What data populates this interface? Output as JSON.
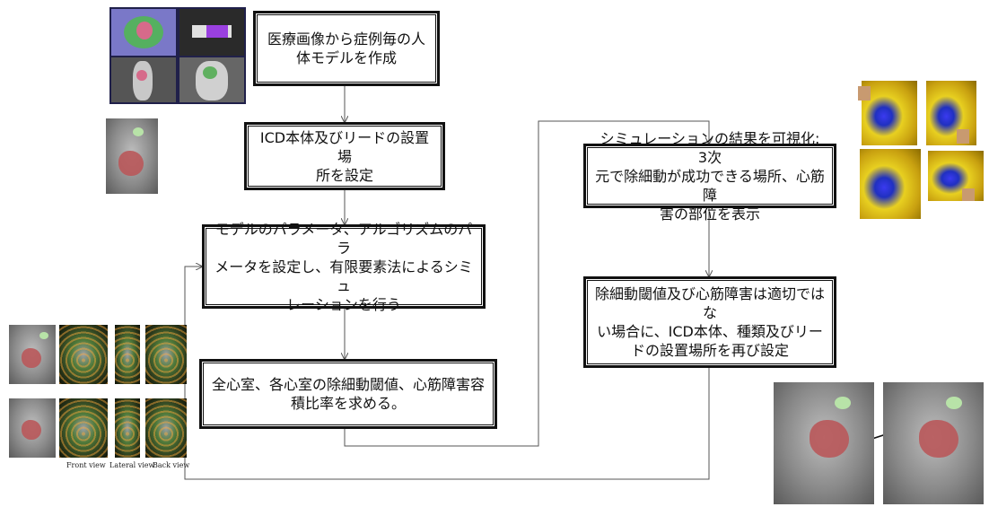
{
  "steps": [
    {
      "id": "create-model",
      "lines": [
        "医療画像から症例毎の人",
        "体モデルを作成"
      ]
    },
    {
      "id": "set-icd",
      "lines": [
        "ICD本体及びリードの設置場",
        "所を設定"
      ]
    },
    {
      "id": "set-params",
      "lines": [
        "モデルのパラメータ、アルゴリズムのパラ",
        "メータを設定し、有限要素法によるシミュ",
        "レーションを行う"
      ]
    },
    {
      "id": "compute-thresholds",
      "lines": [
        "全心室、各心室の除細動閾値、心筋障害容",
        "積比率を求める。"
      ]
    },
    {
      "id": "visualize",
      "lines": [
        "シミュレーションの結果を可視化: 3次",
        "元で除細動が成功できる場所、心筋障",
        "害の部位を表示"
      ]
    },
    {
      "id": "reset-icd",
      "lines": [
        "除細動閾値及び心筋障害は適切ではな",
        "い場合に、ICD本体、種類及びリー",
        "ドの設置場所を再び設定"
      ]
    }
  ],
  "view_captions": {
    "front": "Front view",
    "lateral": "Lateral view",
    "back": "Back view"
  },
  "colors": {
    "stroke": "#111111",
    "line": "#555555",
    "heart": "#b9585a",
    "device": "#b8e3a8"
  }
}
